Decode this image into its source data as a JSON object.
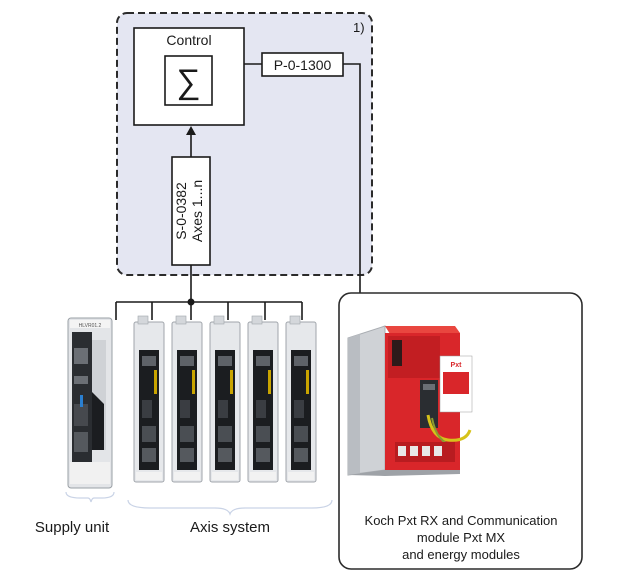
{
  "group_marker": "1)",
  "control": {
    "title": "Control",
    "symbol": "∑",
    "parameter_out": "P-0-1300",
    "parameter_in_line1": "S-0-0382",
    "parameter_in_line2": "Axes 1...n"
  },
  "labels": {
    "supply_unit": "Supply unit",
    "axis_system": "Axis system",
    "koch_line1": "Koch Pxt RX and Communication",
    "koch_line2": "module Pxt MX",
    "koch_line3": "and energy modules"
  },
  "device_texts": {
    "supply_header": "HLVR01.2",
    "koch_brand": "Pxt"
  },
  "colors": {
    "group_fill": "#e4e6f2",
    "line": "#1a1a1a",
    "module_red": "#d9262a",
    "module_silver": "#cfd2d6",
    "drive_panel": "#1b1d20",
    "drive_accent": "#c9a400"
  },
  "axis_module_count": 5
}
